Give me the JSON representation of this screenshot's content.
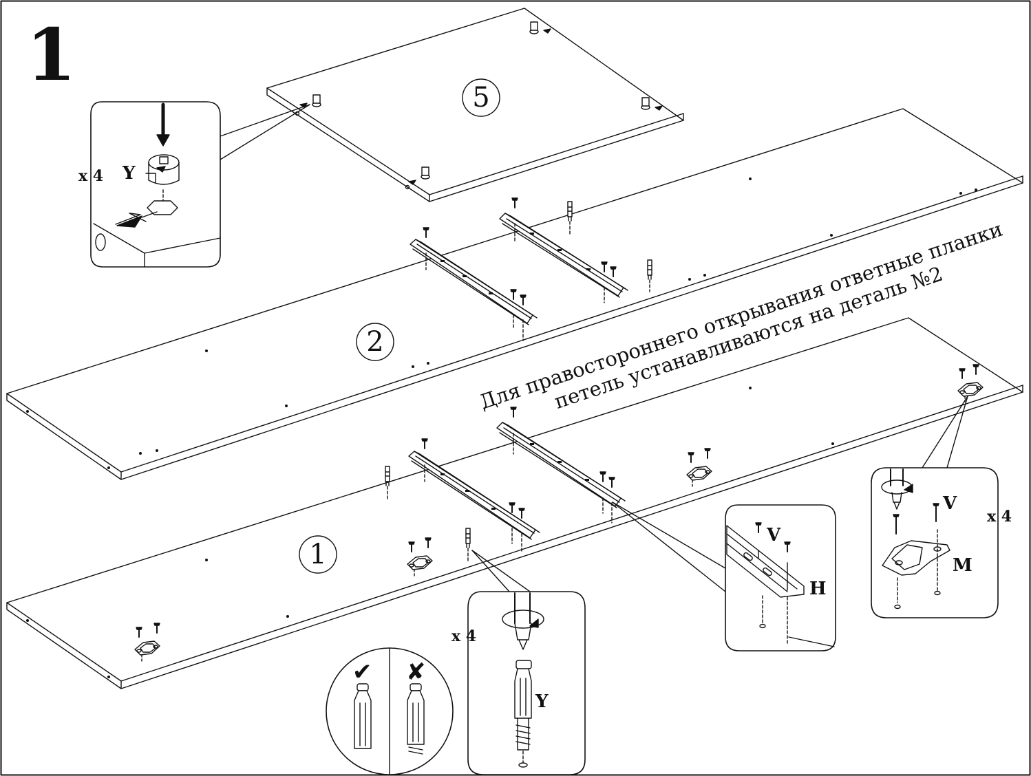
{
  "step_number": "1",
  "parts": [
    {
      "id": "panel-5",
      "label": "5"
    },
    {
      "id": "panel-2",
      "label": "2"
    },
    {
      "id": "panel-1",
      "label": "1"
    }
  ],
  "fittings": {
    "cam_lock": "Y",
    "screw": "V",
    "hinge_plate": "H",
    "mounting_plate": "M"
  },
  "quantities": {
    "cam_detail": "x 4",
    "dowel_detail": "x 4",
    "plate_detail": "x 4"
  },
  "note": {
    "line1": "Для правостороннего открывания ответные планки",
    "line2": "петель устанавливаются на деталь №2"
  },
  "check_marks": {
    "correct": "✔",
    "wrong": "✘"
  }
}
